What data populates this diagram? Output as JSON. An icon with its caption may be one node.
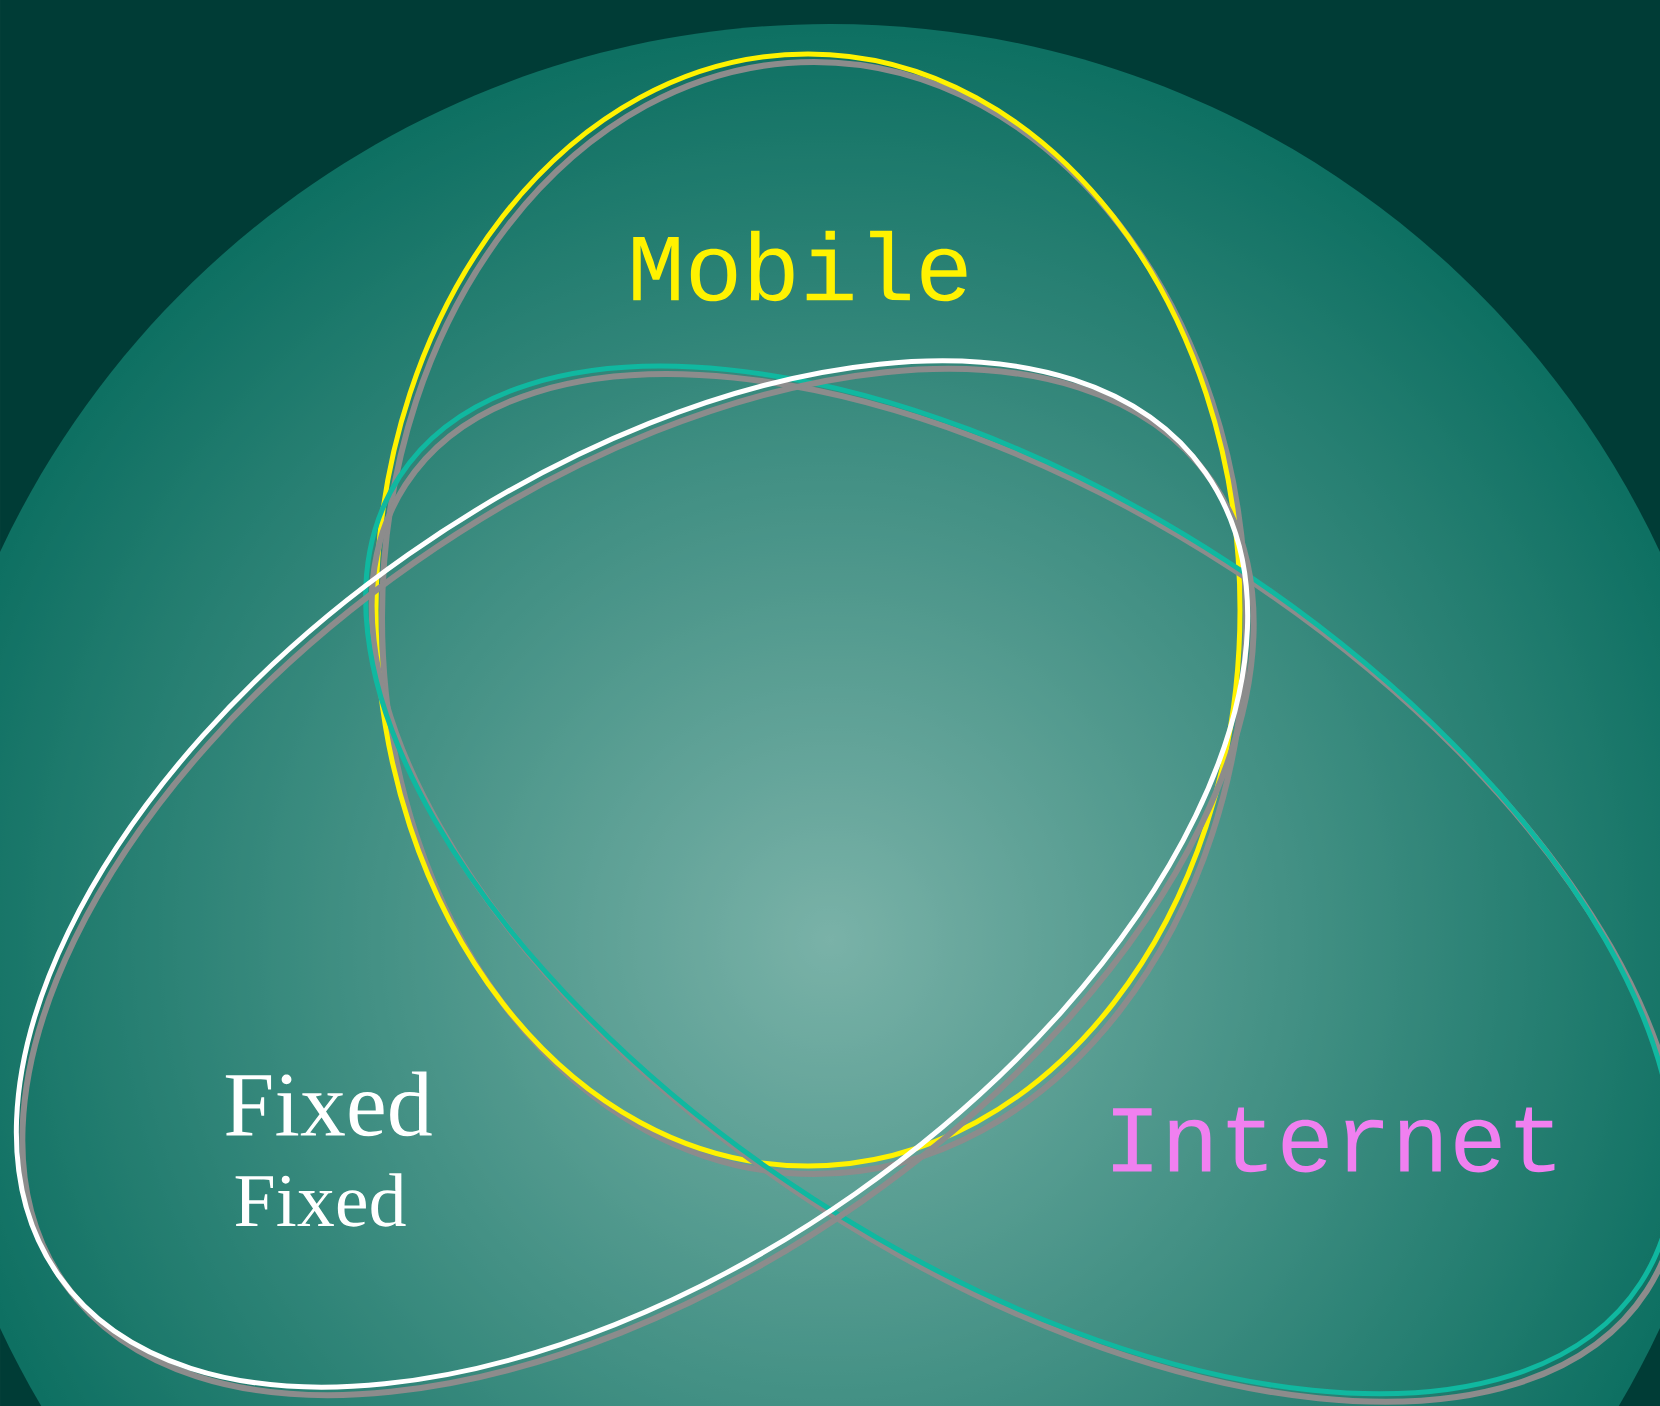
{
  "diagram": {
    "nodes": [
      {
        "text": [
          "Mobile"
        ]
      },
      {
        "text": [
          "Internet"
        ]
      },
      {
        "text": [
          "Fixed",
          "Fixed"
        ]
      }
    ],
    "edges": []
  }
}
